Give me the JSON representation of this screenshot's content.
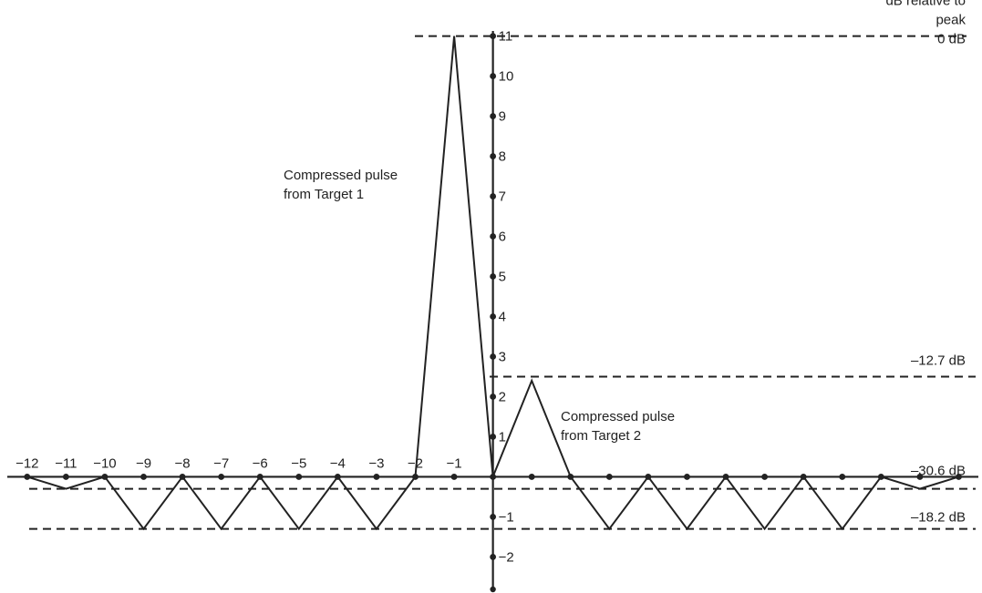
{
  "chart_data": {
    "type": "line",
    "x": [
      -12,
      -11,
      -10,
      -9,
      -8,
      -7,
      -6,
      -5,
      -4,
      -3,
      -2,
      -1,
      0,
      1,
      2,
      3,
      4,
      5,
      6,
      7,
      8,
      9,
      10,
      11,
      12
    ],
    "x_tick_labels": [
      "−12",
      "−11",
      "−10",
      "−9",
      "−8",
      "−7",
      "−6",
      "−5",
      "−4",
      "−3",
      "−2",
      "−1"
    ],
    "y_tick_values": [
      11,
      10,
      9,
      8,
      7,
      6,
      5,
      4,
      3,
      2,
      1,
      -1,
      -2
    ],
    "y_tick_labels": [
      "11",
      "10",
      "9",
      "8",
      "7",
      "6",
      "5",
      "4",
      "3",
      "2",
      "1",
      "−1",
      "−2"
    ],
    "series": [
      {
        "points": [
          [
            -12,
            0
          ],
          [
            -11,
            -0.3
          ],
          [
            -10,
            0
          ],
          [
            -9,
            -1.3
          ],
          [
            -8,
            0
          ],
          [
            -7,
            -1.3
          ],
          [
            -6,
            0
          ],
          [
            -5,
            -1.3
          ],
          [
            -4,
            0
          ],
          [
            -3,
            -1.3
          ],
          [
            -2,
            0
          ],
          [
            -1,
            11
          ],
          [
            0,
            0
          ],
          [
            1,
            2.4
          ],
          [
            2,
            0
          ],
          [
            3,
            -1.3
          ],
          [
            4,
            0
          ],
          [
            5,
            -1.3
          ],
          [
            6,
            0
          ],
          [
            7,
            -1.3
          ],
          [
            8,
            0
          ],
          [
            9,
            -1.3
          ],
          [
            10,
            0
          ],
          [
            11,
            -0.3
          ],
          [
            12,
            0
          ]
        ]
      }
    ],
    "reference_lines": [
      {
        "y": 11,
        "label_lines": [
          "dB relative to",
          "peak",
          "0 dB"
        ]
      },
      {
        "y": 2.5,
        "label_lines": [
          "–12.7 dB"
        ]
      },
      {
        "y": -0.3,
        "label_lines": [
          "–30.6 dB"
        ]
      },
      {
        "y": -1.3,
        "label_lines": [
          "–18.2 dB"
        ]
      }
    ],
    "annotations": [
      {
        "x": -1,
        "y": 11,
        "lines": [
          "Compressed pulse",
          "from Target 1"
        ]
      },
      {
        "x": 1,
        "y": 2.4,
        "lines": [
          "Compressed pulse",
          "from Target 2"
        ]
      }
    ],
    "xlim": [
      -12.7,
      12.6
    ],
    "ylim": [
      -2.9,
      11.9
    ],
    "grid": false,
    "legend": "none",
    "colors": {
      "line": "#222222",
      "axis": "#222222",
      "background": "#ffffff"
    }
  }
}
